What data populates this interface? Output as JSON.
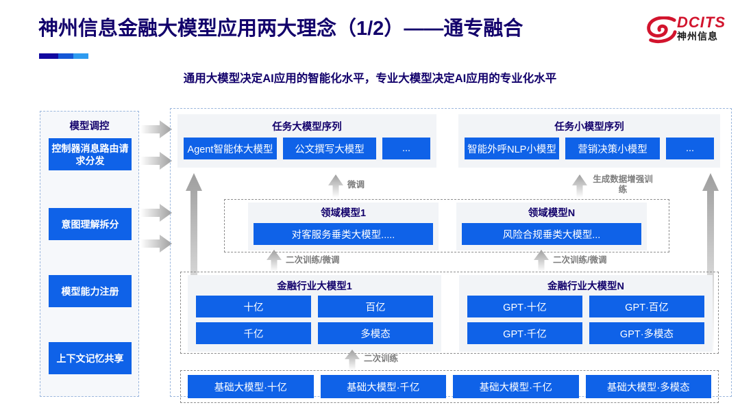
{
  "header": {
    "title": "神州信息金融大模型应用两大理念（1/2）——通专融合",
    "subtitle": "通用大模型决定AI应用的智能化水平，专业大模型决定AI应用的专业化水平",
    "logo_en": "DCITS",
    "logo_cn": "神州信息",
    "brand_red": "#d2142d",
    "title_color": "#12006b"
  },
  "control_panel": {
    "title": "模型调控",
    "items": [
      {
        "label": "控制器消息路由请求分发"
      },
      {
        "label": "意图理解拆分"
      },
      {
        "label": "模型能力注册"
      },
      {
        "label": "上下文记忆共享"
      }
    ]
  },
  "task_big": {
    "title": "任务大模型序列",
    "chips": [
      "Agent智能体大模型",
      "公文撰写大模型",
      "..."
    ]
  },
  "task_small": {
    "title": "任务小模型序列",
    "chips": [
      "智能外呼NLP小模型",
      "营销决策小模型",
      "..."
    ]
  },
  "domain_models": [
    {
      "title": "领域模型1",
      "chip": "对客服务垂类大模型....."
    },
    {
      "title": "领域模型N",
      "chip": "风险合规垂类大模型..."
    }
  ],
  "finance_models": [
    {
      "title": "金融行业大模型1",
      "chips": [
        "十亿",
        "百亿",
        "千亿",
        "多模态"
      ]
    },
    {
      "title": "金融行业大模型N",
      "chips": [
        "GPT·十亿",
        "GPT·百亿",
        "GPT·千亿",
        "GPT·多模态"
      ]
    }
  ],
  "base_models": {
    "chips": [
      "基础大模型·十亿",
      "基础大模型·千亿",
      "基础大模型·千亿",
      "基础大模型·多模态"
    ]
  },
  "arrow_labels": {
    "fine_tune": "微调",
    "data_aug": "生成数据增强训练",
    "retrain_finetune_1": "二次训练/微调",
    "retrain_finetune_2": "二次训练/微调",
    "retrain": "二次训练"
  },
  "colors": {
    "chip_blue": "#0f62e8",
    "panel_gray": "#f2f4f7",
    "dashed_blue": "#9ab6dd",
    "arrow_gray": "#a8a8a8"
  }
}
